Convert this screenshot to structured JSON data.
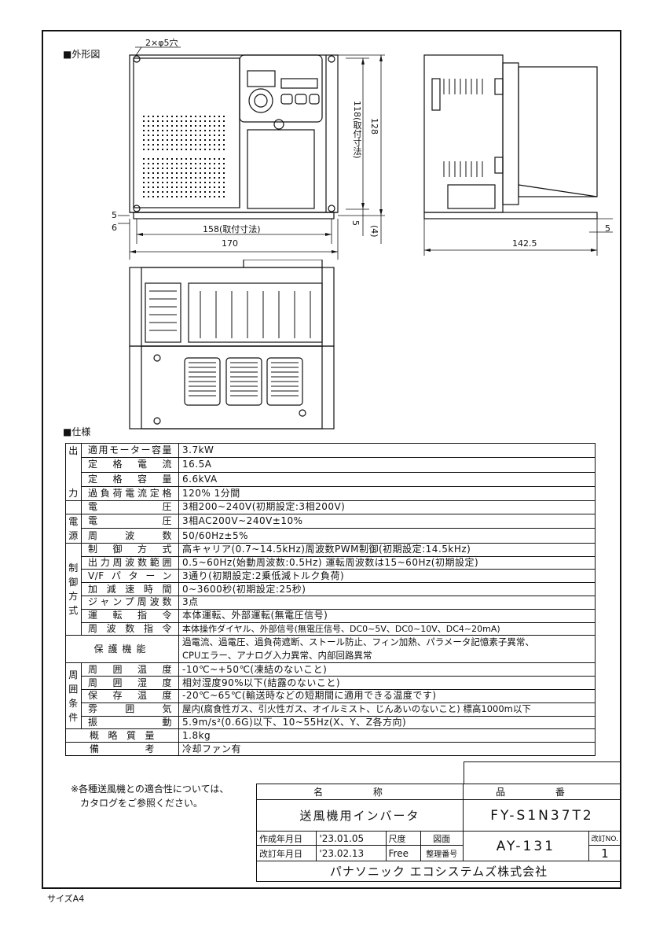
{
  "drawing": {
    "outline_heading": "■外形図",
    "hole_label": "2×φ5穴",
    "dim_height_mount": "118(取付寸法)",
    "dim_height_total": "128",
    "dim_left_5": "5",
    "dim_left_6": "6",
    "dim_width_mount": "158(取付寸法)",
    "dim_width_total": "170",
    "dim_bottom_5": "5",
    "dim_bottom_4": "(4)",
    "dim_depth": "142.5",
    "dim_right_5": "5"
  },
  "spec_heading": "■仕様",
  "spec": {
    "groups": {
      "output": [
        "出",
        "力"
      ],
      "power": [
        "電",
        "源"
      ],
      "control": [
        "制",
        "御",
        "方",
        "式"
      ],
      "env": [
        "周",
        "囲",
        "条",
        "件"
      ]
    },
    "rows": [
      {
        "label": "適用モーター容量",
        "value": "3.7kW"
      },
      {
        "label": "定格電流",
        "value": "16.5A"
      },
      {
        "label": "定格容量",
        "value": "6.6kVA"
      },
      {
        "label": "過負荷電流定格",
        "value": "120% 1分間"
      },
      {
        "label": "電圧",
        "value": "3相200~240V(初期設定:3相200V)"
      },
      {
        "label": "電圧",
        "value": "3相AC200V~240V±10%"
      },
      {
        "label": "周波数",
        "value": "50/60Hz±5%"
      },
      {
        "label": "制御方式",
        "value": "高キャリア(0.7~14.5kHz)周波数PWM制御(初期設定:14.5kHz)"
      },
      {
        "label": "出力周波数範囲",
        "value": "0.5~60Hz(始動周波数:0.5Hz) 運転周波数は15~60Hz(初期設定)"
      },
      {
        "label": "V/Fパターン",
        "value": "3通り(初期設定:2乗低減トルク負荷)"
      },
      {
        "label": "加減速時間",
        "value": "0~3600秒(初期設定:25秒)"
      },
      {
        "label": "ジャンプ周波数",
        "value": "3点"
      },
      {
        "label": "運転指令",
        "value": "本体運転、外部運転(無電圧信号)"
      },
      {
        "label": "周波数指令",
        "value": "本体操作ダイヤル、外部信号(無電圧信号、DC0~5V、DC0~10V、DC4~20mA)"
      },
      {
        "label": "保護機能",
        "value": "過電流、過電圧、過負荷遮断、ストール防止、フィン加熱、パラメータ記憶素子異常、",
        "value2": "CPUエラー、アナログ入力異常、内部回路異常"
      },
      {
        "label": "周囲温度",
        "value": "-10℃~+50℃(凍結のないこと)"
      },
      {
        "label": "周囲湿度",
        "value": "相対湿度90%以下(結露のないこと)"
      },
      {
        "label": "保存温度",
        "value": "-20℃~65℃(輸送時などの短期間に適用できる温度です)"
      },
      {
        "label": "雰囲気",
        "value": "屋内(腐食性ガス、引火性ガス、オイルミスト、じんあいのないこと) 標高1000m以下"
      },
      {
        "label": "振動",
        "value": "5.9m/s²(0.6G)以下、10~55Hz(X、Y、Z各方向)"
      },
      {
        "label": "概略質量",
        "value": "1.8kg"
      },
      {
        "label": "備考",
        "value": "冷却ファン有"
      }
    ]
  },
  "note": [
    "※各種送風機との適合性については、",
    "カタログをご参照ください。"
  ],
  "title_block": {
    "name_header": "名 称",
    "part_header": "品 番",
    "name": "送風機用インバータ",
    "part_number": "FY-S1N37T2",
    "created_label": "作成年月日",
    "created_date": "'23.01.05",
    "revised_label": "改訂年月日",
    "revised_date": "'23.02.13",
    "scale_label": "尺度",
    "scale_value": "Free",
    "drawing_label_top": "図面",
    "drawing_label_bottom": "整理番号",
    "drawing_number": "AY-131",
    "rev_label": "改訂NO.",
    "rev_value": "1",
    "company": "パナソニック エコシステムズ株式会社"
  },
  "paper_size": "サイズA4"
}
